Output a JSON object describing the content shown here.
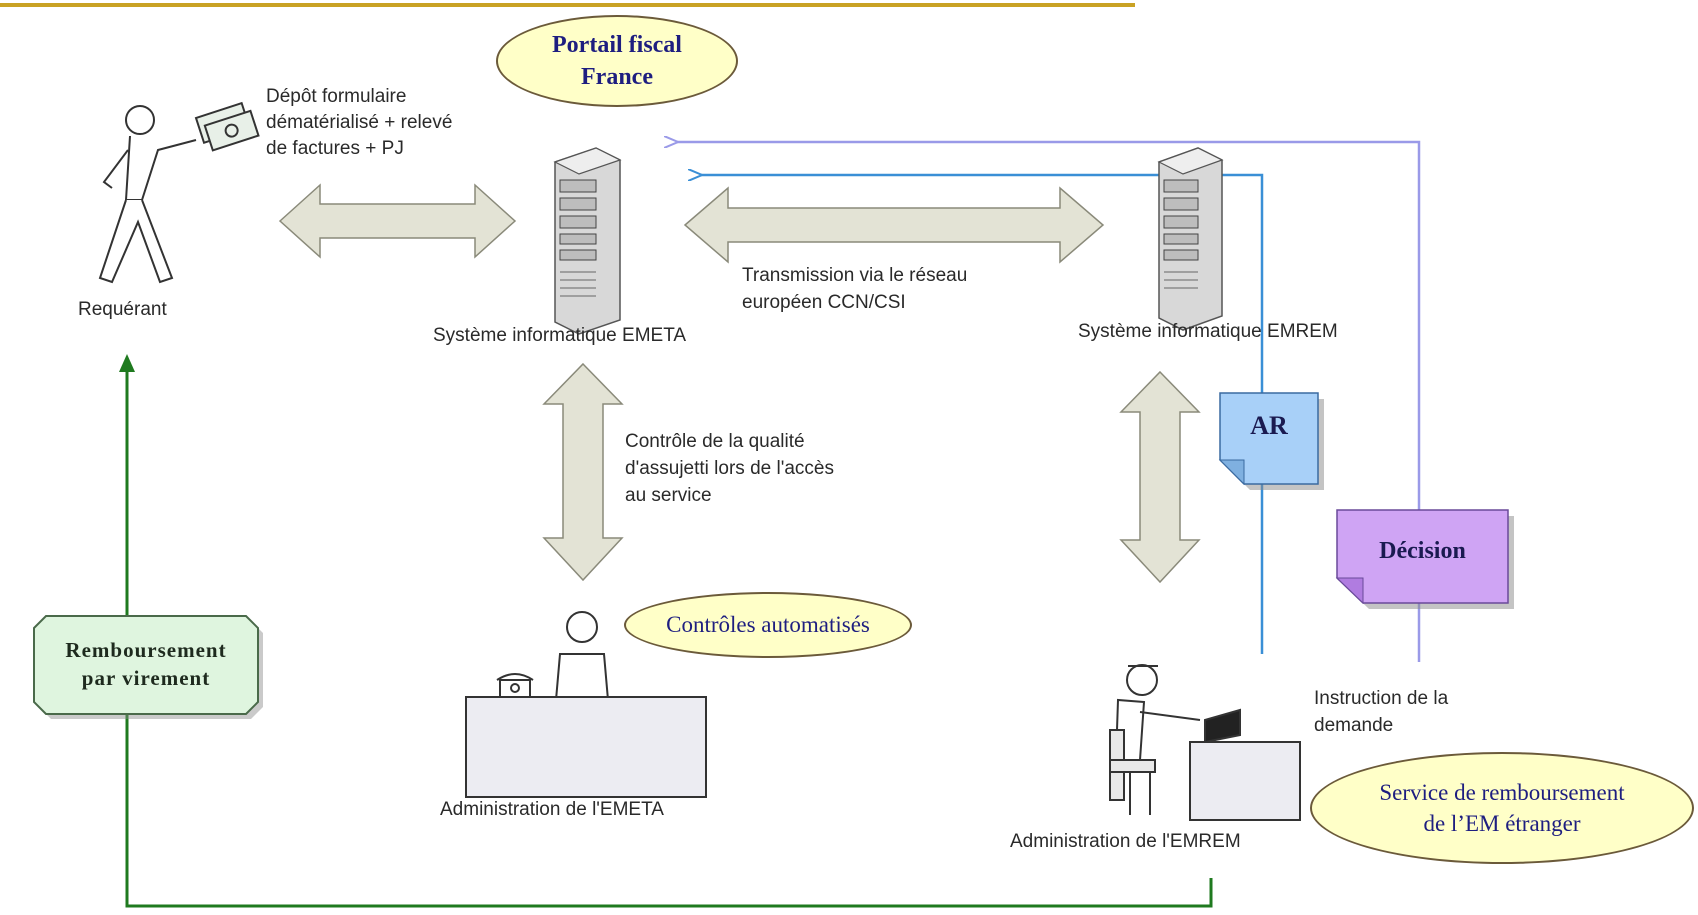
{
  "nodes": {
    "portail": {
      "line1": "Portail fiscal",
      "line2": "France"
    },
    "requerant": {
      "label": "Requérant"
    },
    "depot": {
      "line1": "Dépôt formulaire",
      "line2": "dématérialisé + relevé",
      "line3": "de factures + PJ"
    },
    "emeta_system": {
      "label": "Système informatique EMETA"
    },
    "transmission": {
      "line1": "Transmission via le réseau",
      "line2": "européen CCN/CSI"
    },
    "emrem_system": {
      "label": "Système informatique EMREM"
    },
    "controle": {
      "line1": "Contrôle de la qualité",
      "line2": "d'assujetti lors de l'accès",
      "line3": "au service"
    },
    "controles_auto": {
      "label": "Contrôles automatisés"
    },
    "admin_emeta": {
      "label": "Administration de l'EMETA"
    },
    "ar": {
      "label": "AR"
    },
    "decision": {
      "label": "Décision"
    },
    "instruction": {
      "line1": "Instruction de la",
      "line2": "demande"
    },
    "admin_emrem": {
      "label": "Administration de l'EMREM"
    },
    "service": {
      "line1": "Service de remboursement",
      "line2": "de l’EM étranger"
    },
    "remboursement": {
      "line1": "Remboursement",
      "line2": "par virement"
    }
  },
  "colors": {
    "top_rule": "#c9a224",
    "big_arrow_fill": "#e3e3d5",
    "big_arrow_stroke": "#8a8a7a",
    "blue_line": "#3a8fd6",
    "lavender_line": "#9a9ae8",
    "green_line": "#1f7a1f",
    "ellipse_fill": "#ffffc8",
    "ar_fill": "#a8d0f8",
    "decision_fill": "#cfa4f4",
    "remb_fill": "#dff5df"
  }
}
